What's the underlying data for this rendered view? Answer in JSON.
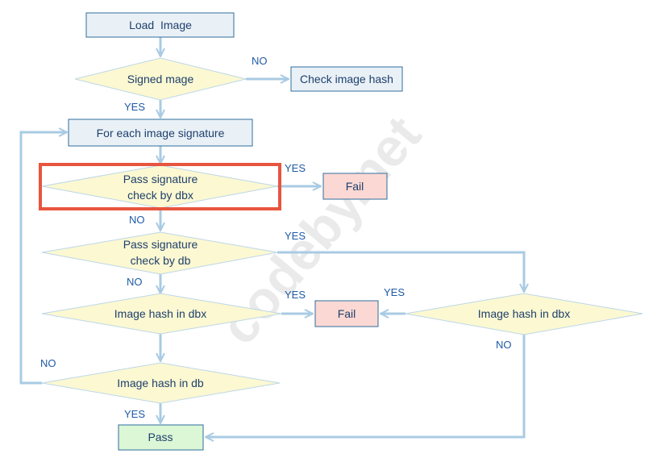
{
  "nodes": {
    "load_image": "Load  Image",
    "signed_image": "Signed mage",
    "check_image_hash": "Check image hash",
    "for_each_signature": "For each image signature",
    "pass_sig_dbx_line1": "Pass signature",
    "pass_sig_dbx_line2": "check by dbx",
    "fail_top": "Fail",
    "pass_sig_db_line1": "Pass signature",
    "pass_sig_db_line2": "check by db",
    "image_hash_dbx_left": "Image hash in dbx",
    "fail_mid": "Fail",
    "image_hash_dbx_right": "Image hash in dbx",
    "image_hash_db": "Image hash in db",
    "pass": "Pass"
  },
  "edge_labels": {
    "signed_no": "NO",
    "signed_yes": "YES",
    "dbx_yes": "YES",
    "dbx_no": "NO",
    "db_yes": "YES",
    "db_no": "NO",
    "hash_dbx_left_yes": "YES",
    "hash_dbx_right_yes": "YES",
    "hash_dbx_right_no": "NO",
    "hash_db_no": "NO",
    "hash_db_yes": "YES"
  },
  "watermark": "codeby.net",
  "colors": {
    "rect_fill": "#e9f1f7",
    "rect_stroke": "#2f6e9e",
    "diamond_fill": "#fbf8d2",
    "diamond_stroke": "#bdd7e8",
    "fail_fill": "#fbd8d3",
    "pass_fill": "#dbf7d6",
    "edge": "#a9cbe3",
    "highlight": "#e8553f"
  }
}
